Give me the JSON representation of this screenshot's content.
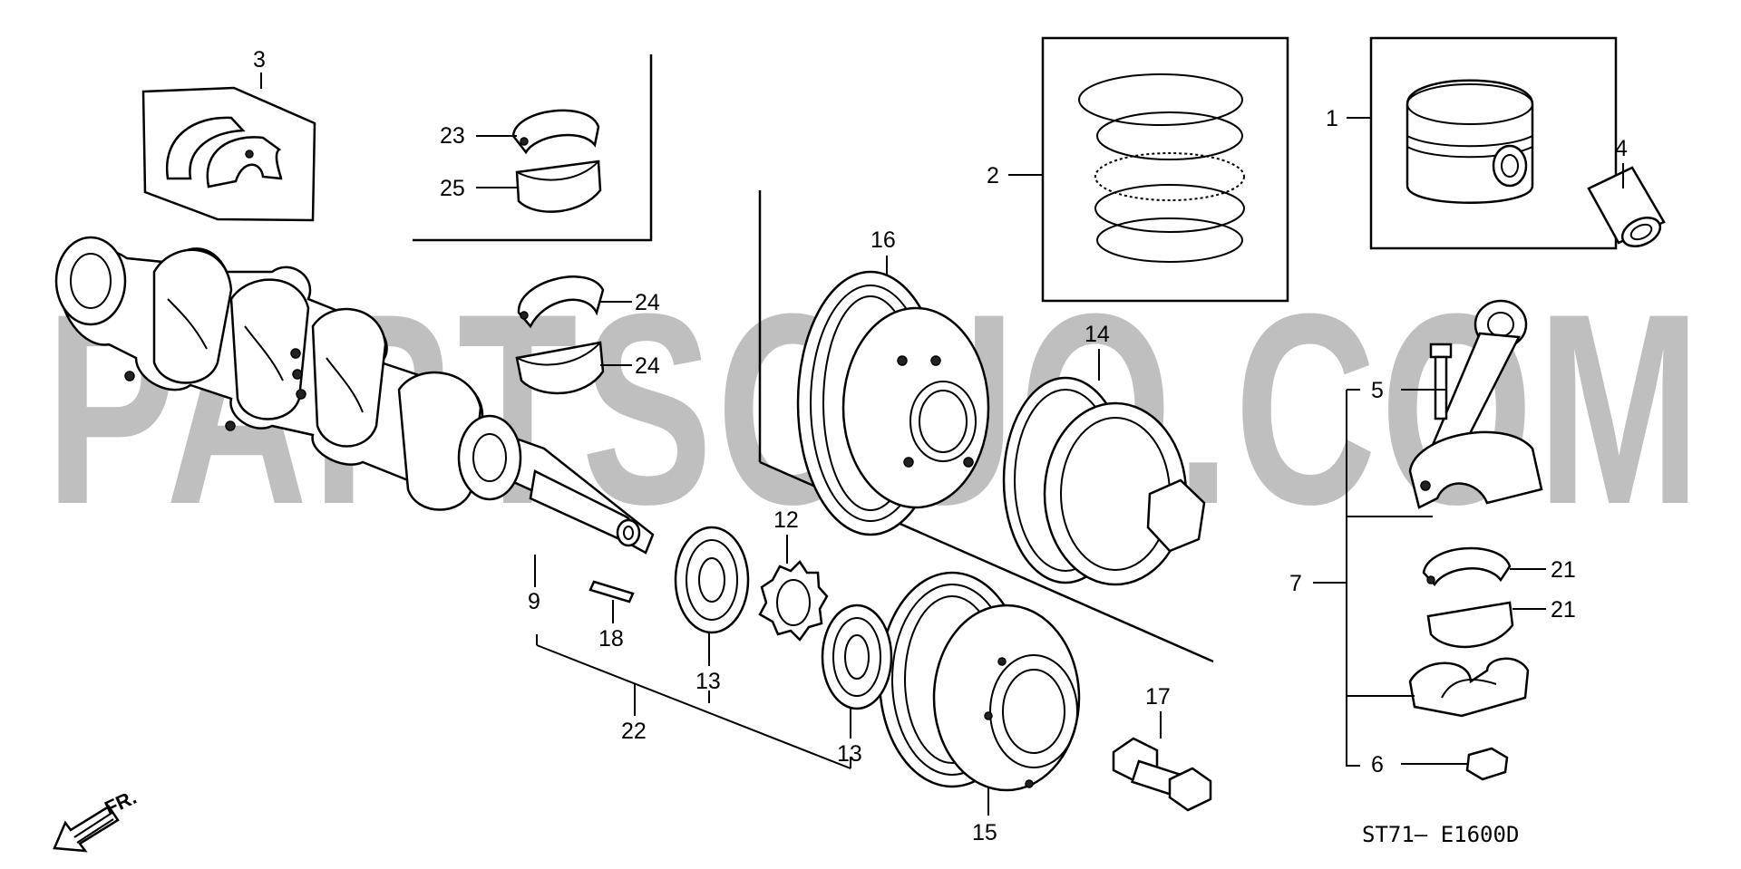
{
  "watermark": "PARTSOUQ.COM",
  "diagram_code": "ST71— E1600D",
  "direction_label": "FR.",
  "callouts": {
    "c1": "1",
    "c2": "2",
    "c3": "3",
    "c4": "4",
    "c5": "5",
    "c6": "6",
    "c7": "7",
    "c9": "9",
    "c12": "12",
    "c13a": "13",
    "c13b": "13",
    "c14": "14",
    "c15": "15",
    "c16": "16",
    "c17": "17",
    "c18": "18",
    "c21a": "21",
    "c21b": "21",
    "c22": "22",
    "c23": "23",
    "c24a": "24",
    "c24b": "24",
    "c25": "25"
  }
}
